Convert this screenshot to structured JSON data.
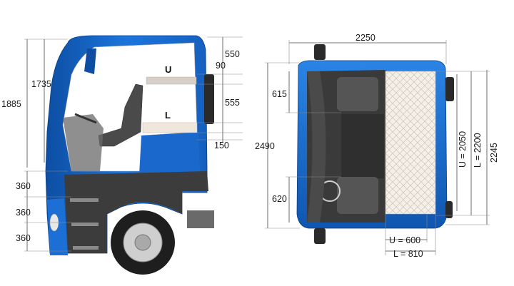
{
  "side_view": {
    "dims_left": {
      "d1885": "1885",
      "d1735": "1735",
      "d360a": "360",
      "d360b": "360",
      "d360c": "360"
    },
    "dims_right": {
      "d550": "550",
      "d90": "90",
      "d555": "555",
      "d150": "150"
    },
    "bunk_upper": "U",
    "bunk_lower": "L"
  },
  "top_view": {
    "width": "2250",
    "length": "2490",
    "d615": "615",
    "d620": "620",
    "u_2050": "U = 2050",
    "l_2200": "L = 2200",
    "d2245": "2245",
    "u_600": "U = 600",
    "l_810": "L = 810"
  },
  "colors": {
    "cab_blue": "#1c6fd4",
    "cab_blue_dark": "#0d4ea3",
    "chassis_gray": "#3c3c3c",
    "bunk_cream": "#f4efe8"
  }
}
